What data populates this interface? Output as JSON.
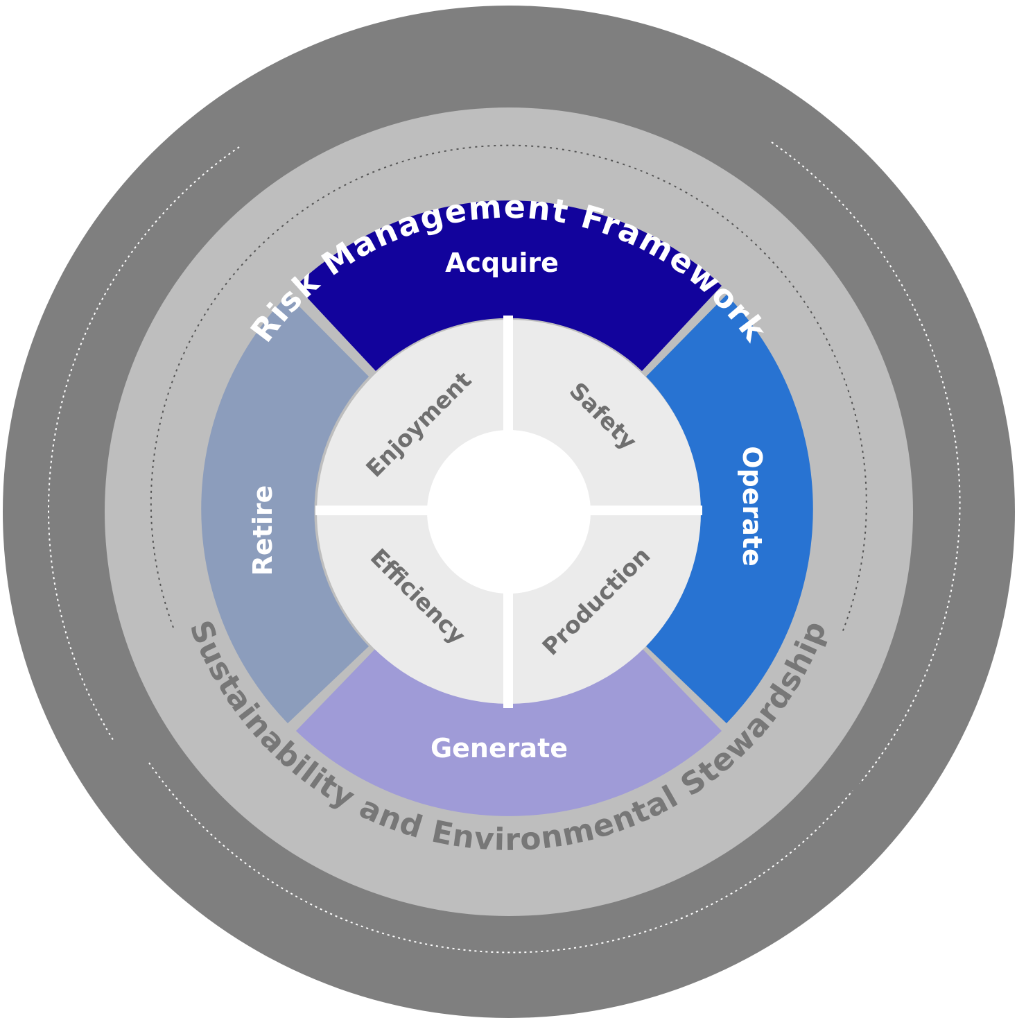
{
  "diagram": {
    "outer_ring_label": "Risk Management Framework",
    "middle_ring_label": "Sustainability and Environmental Stewardship",
    "phases": [
      {
        "id": "acquire",
        "label": "Acquire",
        "color": "#12039c"
      },
      {
        "id": "operate",
        "label": "Operate",
        "color": "#2873d2"
      },
      {
        "id": "generate",
        "label": "Generate",
        "color": "#9f9bd7"
      },
      {
        "id": "retire",
        "label": "Retire",
        "color": "#8c9dbc"
      }
    ],
    "values": [
      {
        "id": "enjoyment",
        "label": "Enjoyment"
      },
      {
        "id": "safety",
        "label": "Safety"
      },
      {
        "id": "production",
        "label": "Production"
      },
      {
        "id": "efficiency",
        "label": "Efficiency"
      }
    ],
    "colors": {
      "outer_ring": "#7f7f7f",
      "middle_ring": "#bebebe",
      "inner_ring": "#ebebeb",
      "center": "#ffffff"
    }
  }
}
